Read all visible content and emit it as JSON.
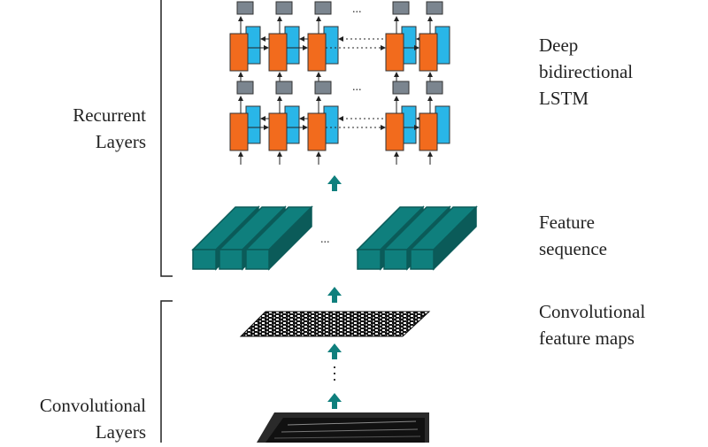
{
  "labels": {
    "recurrent_layers": [
      "Recurrent",
      "Layers"
    ],
    "convolutional_layers": [
      "Convolutional",
      "Layers"
    ],
    "deep_bidirectional_lstm": [
      "Deep",
      "bidirectional",
      "LSTM"
    ],
    "feature_sequence": [
      "Feature",
      "sequence"
    ],
    "convolutional_feature_maps": [
      "Convolutional",
      "feature maps"
    ]
  },
  "ellipsis": "...",
  "colors": {
    "cell_orange": "#f26b1d",
    "cell_blue": "#29b6e8",
    "output_gray": "#7b858f",
    "teal": "#0f7f7d",
    "teal_dark": "#0b5b59",
    "bracket": "#222222"
  },
  "icons": [
    "up-arrow-icon"
  ]
}
